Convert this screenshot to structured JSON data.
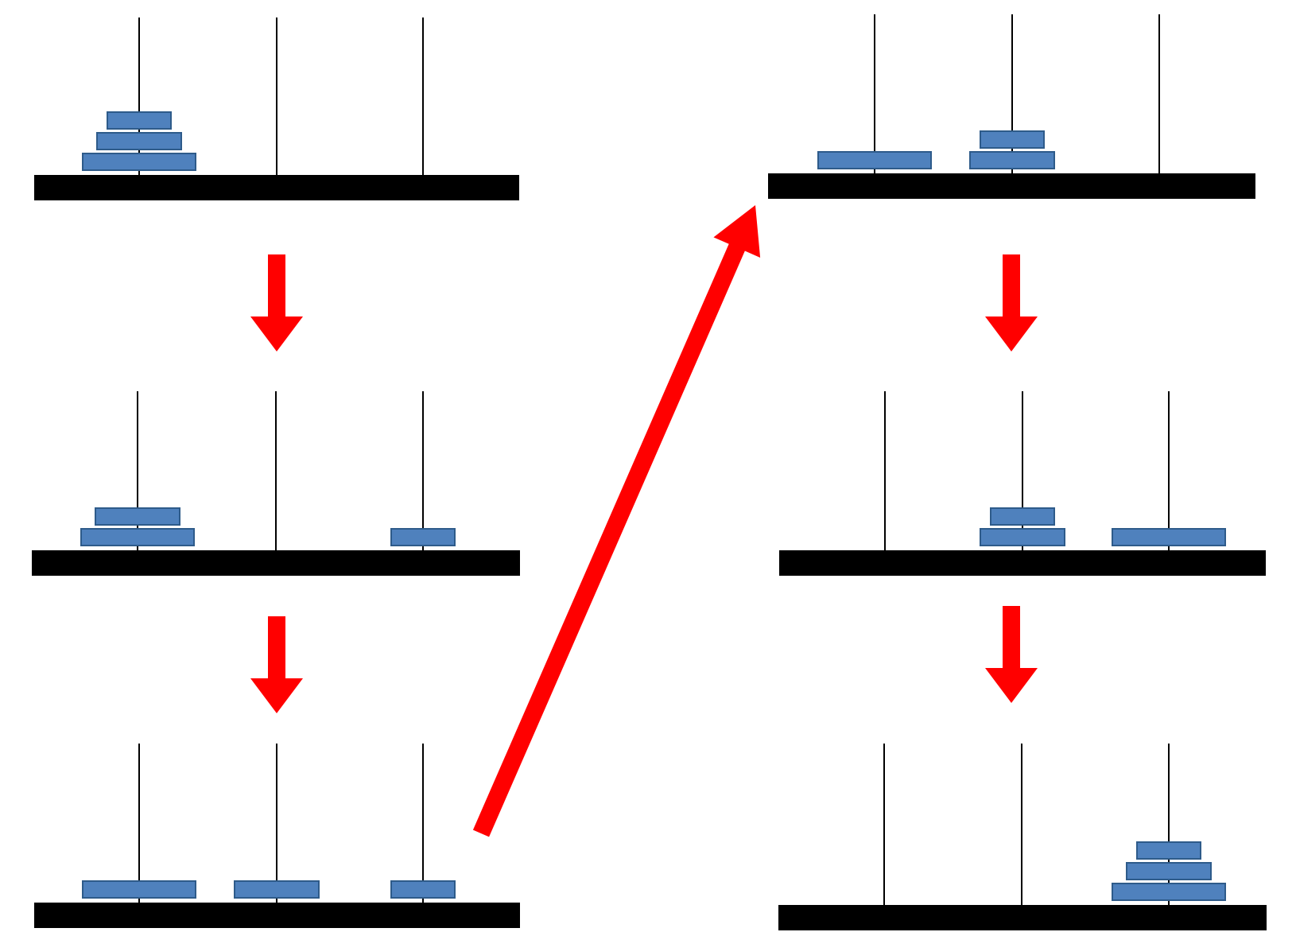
{
  "diagram": {
    "type": "tower-of-hanoi-steps",
    "peg_count": 3,
    "disk_sizes": [
      "small",
      "medium",
      "large"
    ],
    "colors": {
      "disk_fill": "#4f81bd",
      "disk_stroke": "#2e5b8a",
      "base": "#000000",
      "peg": "#000000",
      "arrow": "#ff0000",
      "background": "#ffffff"
    },
    "states": [
      {
        "step": 1,
        "pegs": [
          [
            "large",
            "medium",
            "small"
          ],
          [],
          []
        ]
      },
      {
        "step": 2,
        "pegs": [
          [
            "large",
            "medium"
          ],
          [],
          [
            "small"
          ]
        ]
      },
      {
        "step": 3,
        "pegs": [
          [
            "large"
          ],
          [
            "medium"
          ],
          [
            "small"
          ]
        ]
      },
      {
        "step": 4,
        "pegs": [
          [
            "large"
          ],
          [
            "medium",
            "small"
          ],
          []
        ]
      },
      {
        "step": 5,
        "pegs": [
          [],
          [
            "medium",
            "small"
          ],
          [
            "large"
          ]
        ]
      },
      {
        "step": 6,
        "pegs": [
          [],
          [],
          [
            "large",
            "medium",
            "small"
          ]
        ]
      }
    ],
    "transitions": [
      {
        "from": 1,
        "to": 2,
        "icon": "arrow-down-icon"
      },
      {
        "from": 2,
        "to": 3,
        "icon": "arrow-down-icon"
      },
      {
        "from": 3,
        "to": 4,
        "icon": "arrow-diagonal-up-icon"
      },
      {
        "from": 4,
        "to": 5,
        "icon": "arrow-down-icon"
      },
      {
        "from": 5,
        "to": 6,
        "icon": "arrow-down-icon"
      }
    ]
  }
}
